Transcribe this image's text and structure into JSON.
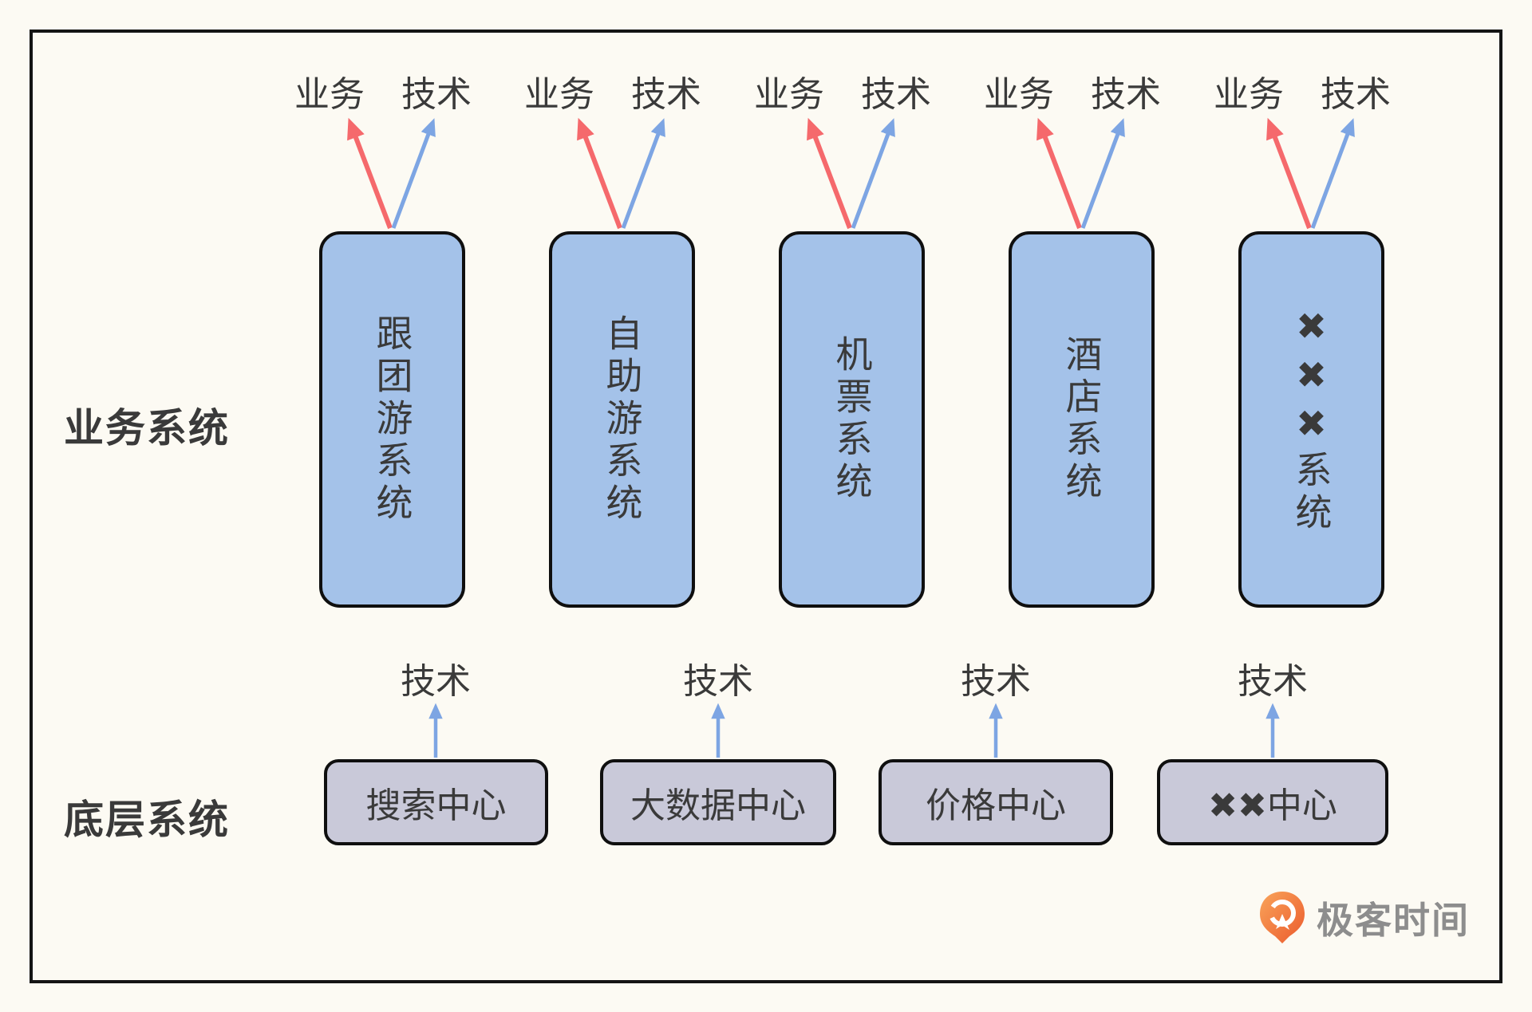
{
  "diagram": {
    "row_labels": {
      "business": "业务系统",
      "base": "底层系统"
    },
    "business_systems": [
      {
        "name": "跟团游系统",
        "business_label": "业务",
        "tech_label": "技术"
      },
      {
        "name": "自助游系统",
        "business_label": "业务",
        "tech_label": "技术"
      },
      {
        "name": "机票系统",
        "business_label": "业务",
        "tech_label": "技术"
      },
      {
        "name": "酒店系统",
        "business_label": "业务",
        "tech_label": "技术"
      },
      {
        "name": "✖✖✖系统",
        "business_label": "业务",
        "tech_label": "技术"
      }
    ],
    "base_systems": [
      {
        "name": "搜索中心",
        "tech_label": "技术"
      },
      {
        "name": "大数据中心",
        "tech_label": "技术"
      },
      {
        "name": "价格中心",
        "tech_label": "技术"
      },
      {
        "name": "✖✖中心",
        "tech_label": "技术"
      }
    ],
    "logo": {
      "text": "极客时间",
      "icon": "geektime-pin-icon"
    },
    "colors": {
      "background": "#fcfaf3",
      "frame_border": "#141414",
      "business_box_fill": "#a4c2e9",
      "base_box_fill": "#c9c9d9",
      "box_border": "#0f0f0f",
      "business_arrow_red": "#f5696c",
      "tech_arrow_blue": "#7da5e3",
      "text": "#3a3a3a",
      "logo_text": "#8d8d8d",
      "logo_orange": "#ee6a33"
    }
  }
}
